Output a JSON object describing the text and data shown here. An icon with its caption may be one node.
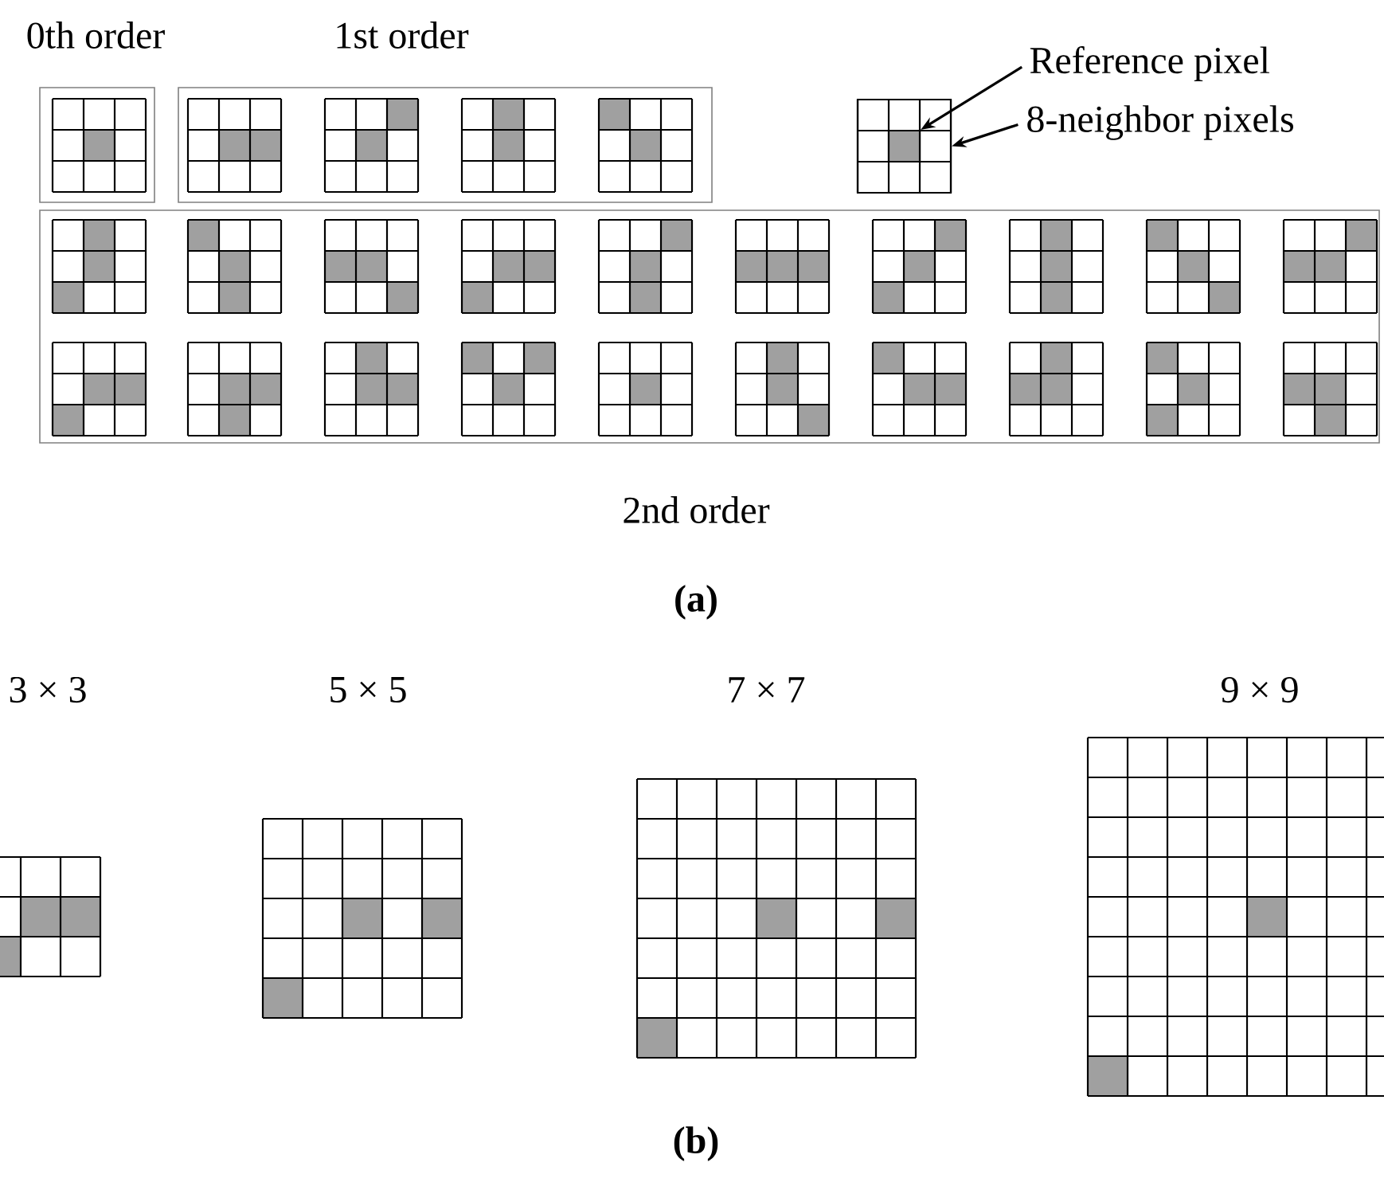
{
  "diagram": {
    "nodes": [
      {
        "text": [
          "0th order"
        ]
      },
      {
        "text": [
          "1st order"
        ]
      },
      {
        "text": [
          "2nd order"
        ]
      },
      {
        "text": [],
        "shape": "box"
      },
      {
        "text": [],
        "shape": "box",
        "in": 3
      },
      {
        "text": [
          "Reference pixel"
        ]
      },
      {
        "text": [
          "8-neighbor pixels"
        ]
      }
    ],
    "edges": [
      {
        "from": 5,
        "to": 4,
        "arrow": "to"
      },
      {
        "from": 6,
        "to": 3,
        "arrow": "to"
      }
    ],
    "labels": [
      "(a)",
      "3 × 3",
      "5 × 5",
      "7 × 7",
      "9 × 9",
      "(b)"
    ]
  }
}
